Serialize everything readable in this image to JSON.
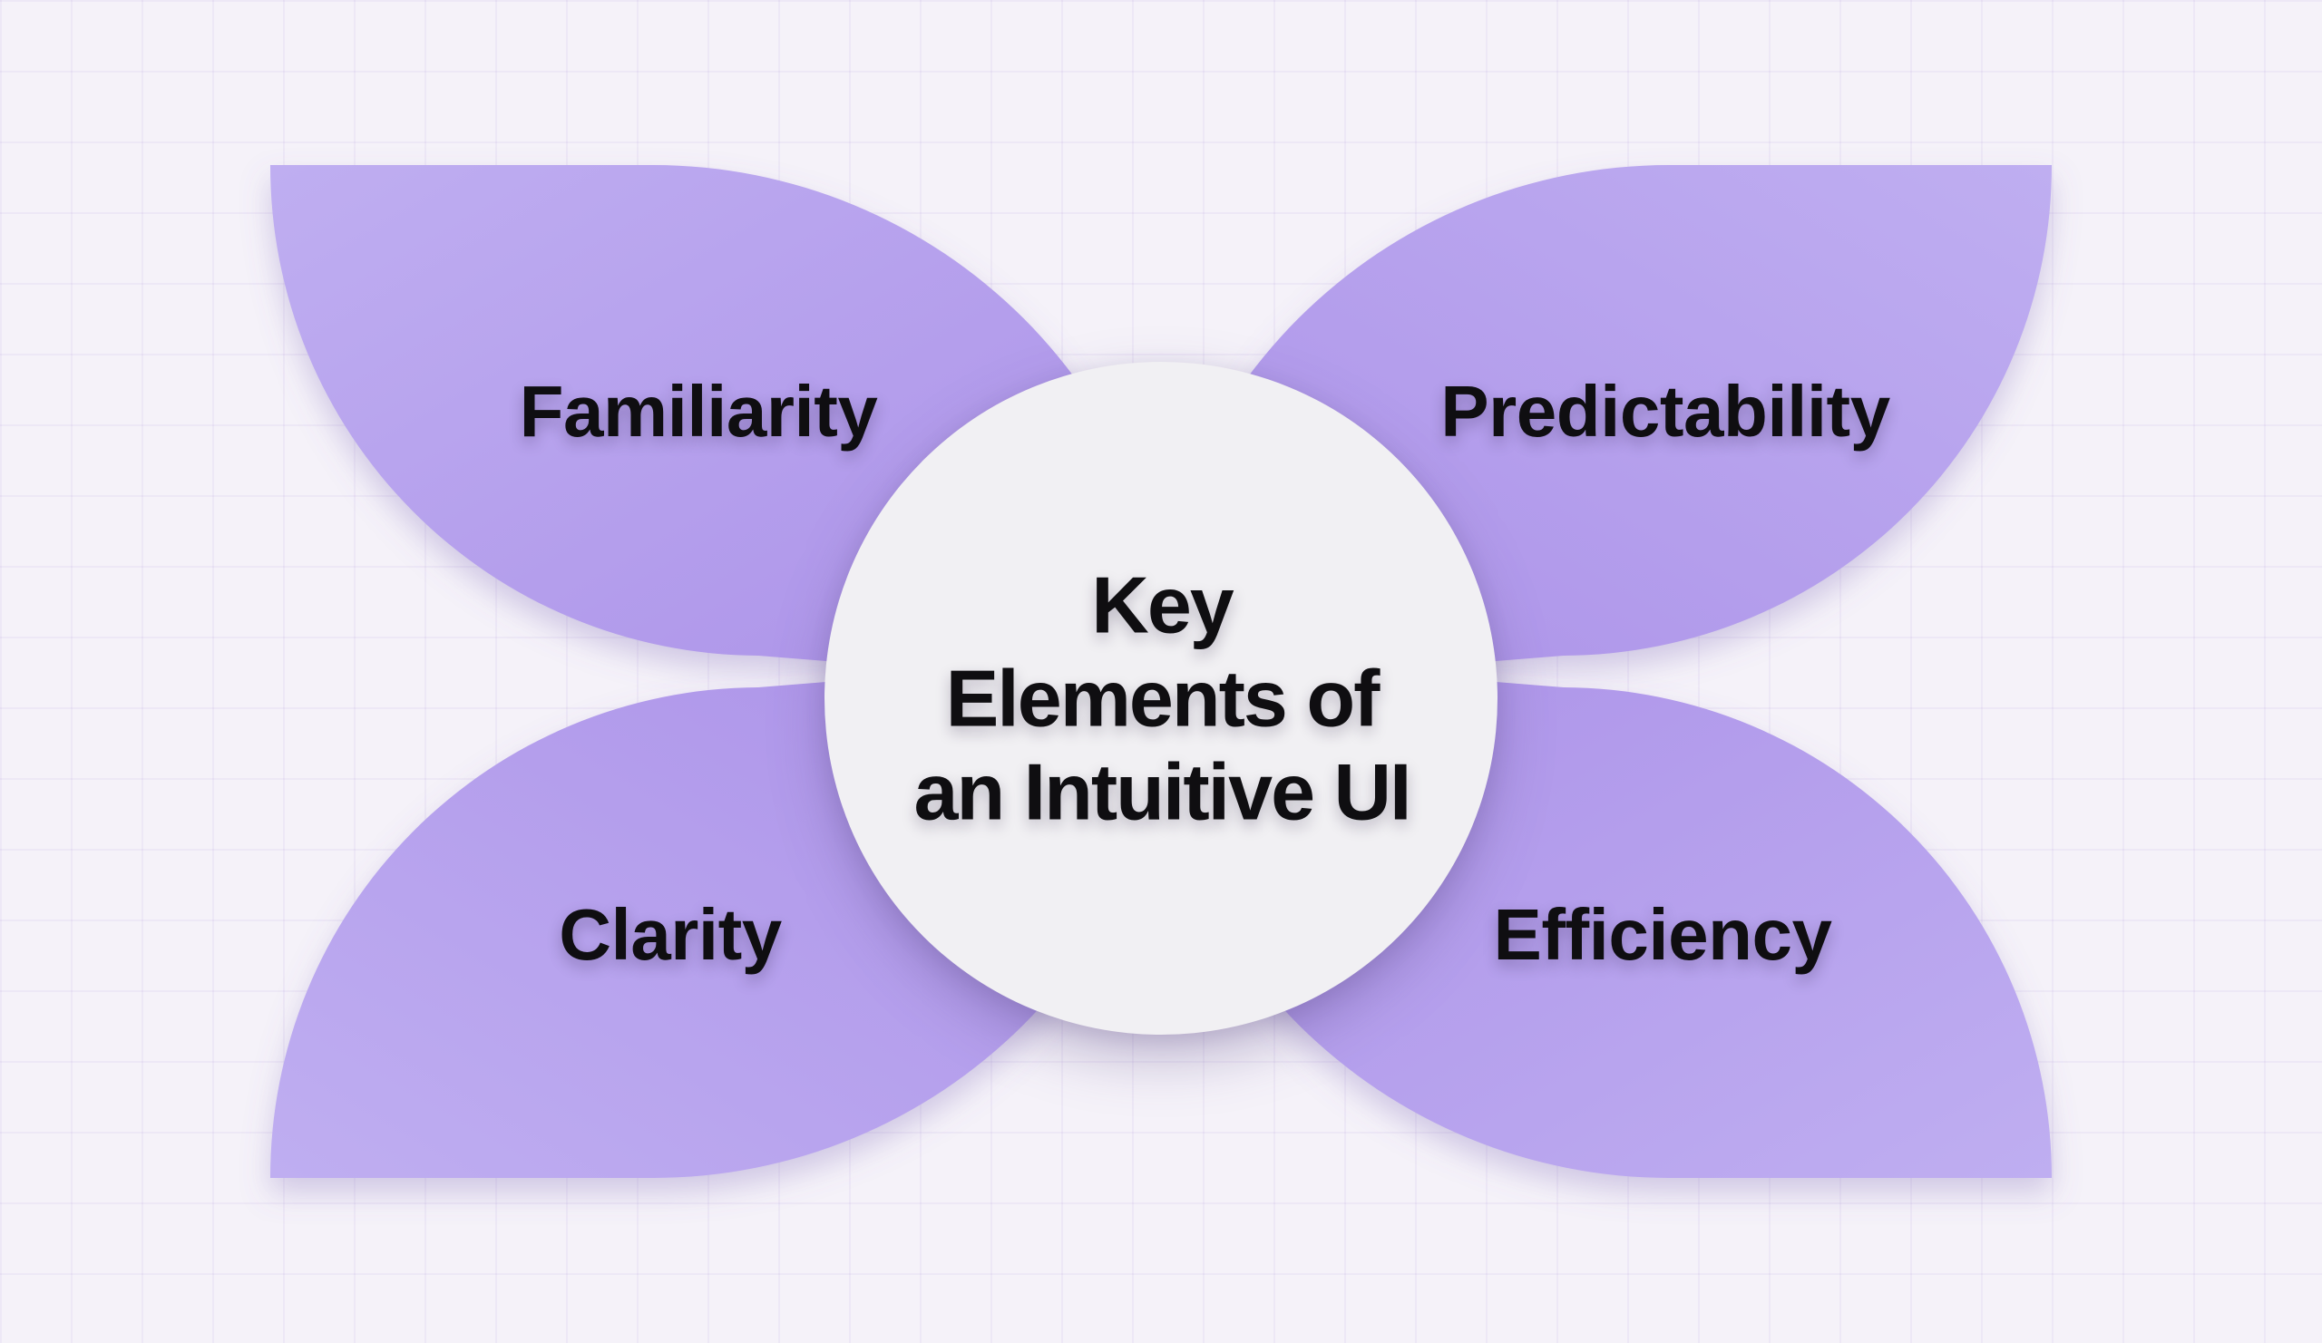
{
  "diagram": {
    "title": {
      "line1": "Key",
      "line2": "Elements of",
      "line3": "an Intuitive UI"
    },
    "petals": [
      {
        "label": "Familiarity",
        "position": "top-left"
      },
      {
        "label": "Predictability",
        "position": "top-right"
      },
      {
        "label": "Clarity",
        "position": "bottom-left"
      },
      {
        "label": "Efficiency",
        "position": "bottom-right"
      }
    ],
    "colors": {
      "background": "#F5F2F9",
      "grid_line": "#EAE4F2",
      "petal_gradient_light": "#BFAEF1",
      "petal_gradient_dark": "#AB91E8",
      "center_circle_fill": "#F1F0F3",
      "text": "#0F0E11"
    }
  }
}
